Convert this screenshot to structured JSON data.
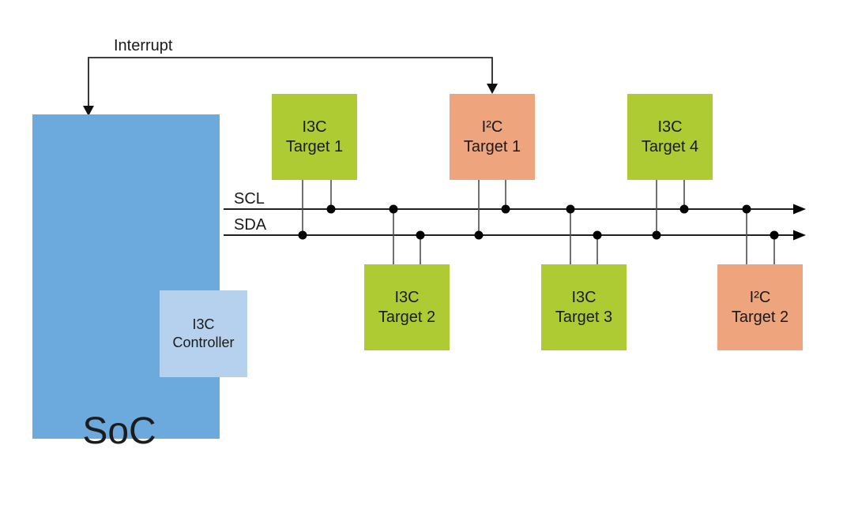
{
  "soc": {
    "label": "SoC"
  },
  "controller": {
    "line1": "I3C",
    "line2": "Controller"
  },
  "interrupt": {
    "label": "Interrupt"
  },
  "bus": {
    "scl": "SCL",
    "sda": "SDA"
  },
  "targets": [
    {
      "id": "i3c-target-1",
      "type": "i3c",
      "line1": "I3C",
      "line2": "Target 1",
      "connects": [
        "SDA",
        "SCL"
      ]
    },
    {
      "id": "i2c-target-1",
      "type": "i2c",
      "line1": "I²C",
      "line2": "Target 1",
      "connects": [
        "SDA",
        "SCL"
      ],
      "receives": "Interrupt"
    },
    {
      "id": "i3c-target-4",
      "type": "i3c",
      "line1": "I3C",
      "line2": "Target 4",
      "connects": [
        "SDA",
        "SCL"
      ]
    },
    {
      "id": "i3c-target-2",
      "type": "i3c",
      "line1": "I3C",
      "line2": "Target 2",
      "connects": [
        "SCL",
        "SDA"
      ]
    },
    {
      "id": "i3c-target-3",
      "type": "i3c",
      "line1": "I3C",
      "line2": "Target 3",
      "connects": [
        "SCL",
        "SDA"
      ]
    },
    {
      "id": "i2c-target-2",
      "type": "i2c",
      "line1": "I²C",
      "line2": "Target 2",
      "connects": [
        "SCL",
        "SDA"
      ]
    }
  ],
  "colors": {
    "soc": "#6CA9DC",
    "controller": "#B5D1ED",
    "i3c": "#AECB33",
    "i2c": "#EEA47D",
    "wire": "#000000",
    "leg": "#4D4D4D",
    "interrupt": "#262626"
  }
}
